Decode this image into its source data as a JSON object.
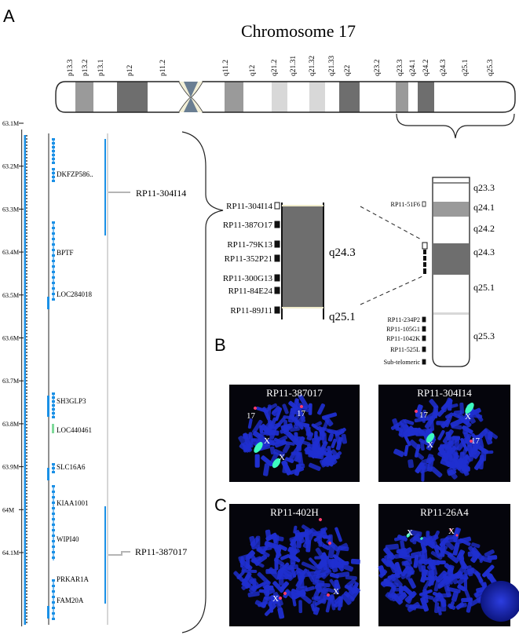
{
  "panels": {
    "a": "A",
    "b": "B",
    "c": "C"
  },
  "ideogram": {
    "title": "Chromosome 17",
    "bands": [
      {
        "name": "p13.3",
        "fill": "#ffffff"
      },
      {
        "name": "p13.2",
        "fill": "#9a9a9a"
      },
      {
        "name": "p13.1",
        "fill": "#ffffff"
      },
      {
        "name": "p12",
        "fill": "#6e6e6e"
      },
      {
        "name": "p11.2",
        "fill": "#ffffff"
      },
      {
        "name": "q11.2",
        "fill": "#ffffff"
      },
      {
        "name": "q12",
        "fill": "#9a9a9a"
      },
      {
        "name": "q21.2",
        "fill": "#ffffff"
      },
      {
        "name": "q21.31",
        "fill": "#d8d8d8"
      },
      {
        "name": "q21.32",
        "fill": "#ffffff"
      },
      {
        "name": "q21.33",
        "fill": "#d8d8d8"
      },
      {
        "name": "q22",
        "fill": "#ffffff"
      },
      {
        "name": "q23.2",
        "fill": "#6e6e6e"
      },
      {
        "name": "q23.3",
        "fill": "#ffffff"
      },
      {
        "name": "q24.1",
        "fill": "#9a9a9a"
      },
      {
        "name": "q24.2",
        "fill": "#ffffff"
      },
      {
        "name": "q24.3",
        "fill": "#6e6e6e"
      },
      {
        "name": "q25.1",
        "fill": "#ffffff"
      },
      {
        "name": "q25.3",
        "fill": "#ffffff"
      }
    ]
  },
  "browser": {
    "ticks": [
      "63.1M",
      "63.2M",
      "63.3M",
      "63.4M",
      "63.5M",
      "63.6M",
      "63.7M",
      "63.8M",
      "63.9M",
      "64M",
      "64.1M"
    ],
    "genes": [
      "DKFZP586..",
      "BPTF",
      "LOC284018",
      "SH3GLP3",
      "LOC440461",
      "SLC16A6",
      "KIAA1001",
      "WIPI40",
      "PRKAR1A",
      "FAM20A"
    ],
    "clones": [
      "RP11-304I14",
      "RP11-387017"
    ]
  },
  "zoom": {
    "clones": [
      "RP11-304I14",
      "RP11-387O17",
      "RP11-79K13",
      "RP11-352P21",
      "RP11-300G13",
      "RP11-84E24",
      "RP11-89J11"
    ],
    "bands": [
      "q24.3",
      "q25.1"
    ]
  },
  "qarm": {
    "bands": [
      "q23.3",
      "q24.1",
      "q24.2",
      "q24.3",
      "q25.1",
      "q25.3"
    ],
    "markers": [
      "RP11-51F6",
      "RP11-234P2",
      "RP11-105G1",
      "RP11-1042K",
      "RP11-525L",
      "Sub-telomeric"
    ]
  },
  "fish": {
    "b_left": {
      "title": "RP11-387017",
      "labels": [
        "17",
        "17",
        "X",
        "X"
      ]
    },
    "b_right": {
      "title": "RP11-304I14",
      "labels": [
        "17",
        "17",
        "X",
        "X"
      ]
    },
    "c_left": {
      "title": "RP11-402H",
      "labels": [
        "X",
        "X"
      ]
    },
    "c_right": {
      "title": "RP11-26A4",
      "labels": [
        "X",
        "X"
      ]
    }
  },
  "colors": {
    "fish_bg": "#05050c",
    "chromosome_blue": "#1f2fd0",
    "green_signal": "#3dfcc0",
    "red_signal": "#ff3b6b",
    "track_blue": "#1a90e6",
    "clone_gray": "#b5b5b5",
    "centromere": "#6a7e92"
  }
}
